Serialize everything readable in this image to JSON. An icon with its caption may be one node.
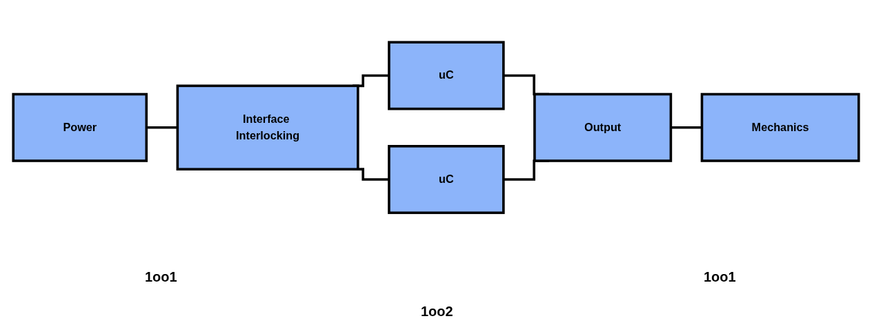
{
  "diagram": {
    "nodes": [
      {
        "text": [
          "Power"
        ]
      },
      {
        "text": [
          "Interface Interlocking"
        ]
      },
      {
        "text": [
          "uC"
        ]
      },
      {
        "text": [
          "uC"
        ]
      },
      {
        "text": [
          "Output"
        ]
      },
      {
        "text": [
          "Mechanics"
        ]
      }
    ],
    "edges": [
      {
        "from": 0,
        "to": 1,
        "arrow": "none"
      },
      {
        "from": 1,
        "to": 2,
        "arrow": "none"
      },
      {
        "from": 1,
        "to": 3,
        "arrow": "none"
      },
      {
        "from": 2,
        "to": 4,
        "arrow": "none"
      },
      {
        "from": 3,
        "to": 4,
        "arrow": "none"
      },
      {
        "from": 4,
        "to": 5,
        "arrow": "none"
      }
    ],
    "labels": [
      "1oo1",
      "1oo1",
      "1oo2"
    ]
  }
}
